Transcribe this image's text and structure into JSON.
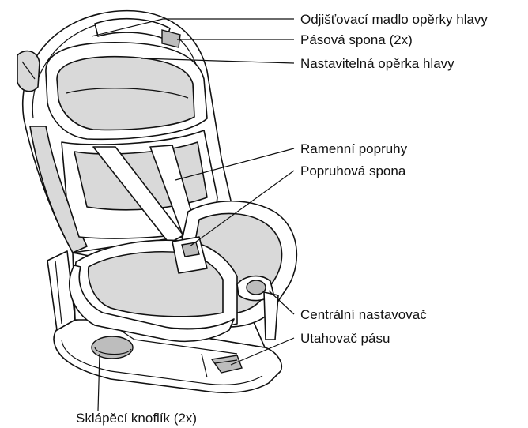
{
  "labels": {
    "headrest_release": "Odjišťovací madlo opěrky hlavy",
    "belt_clip": "Pásová spona (2x)",
    "headrest": "Nastavitelná opěrka hlavy",
    "shoulder_straps": "Ramenní popruhy",
    "buckle": "Popruhová spona",
    "central_adjuster": "Centrální nastavovač",
    "belt_tensioner": "Utahovač pásu",
    "recline_button": "Sklápěcí knoflík (2x)"
  }
}
